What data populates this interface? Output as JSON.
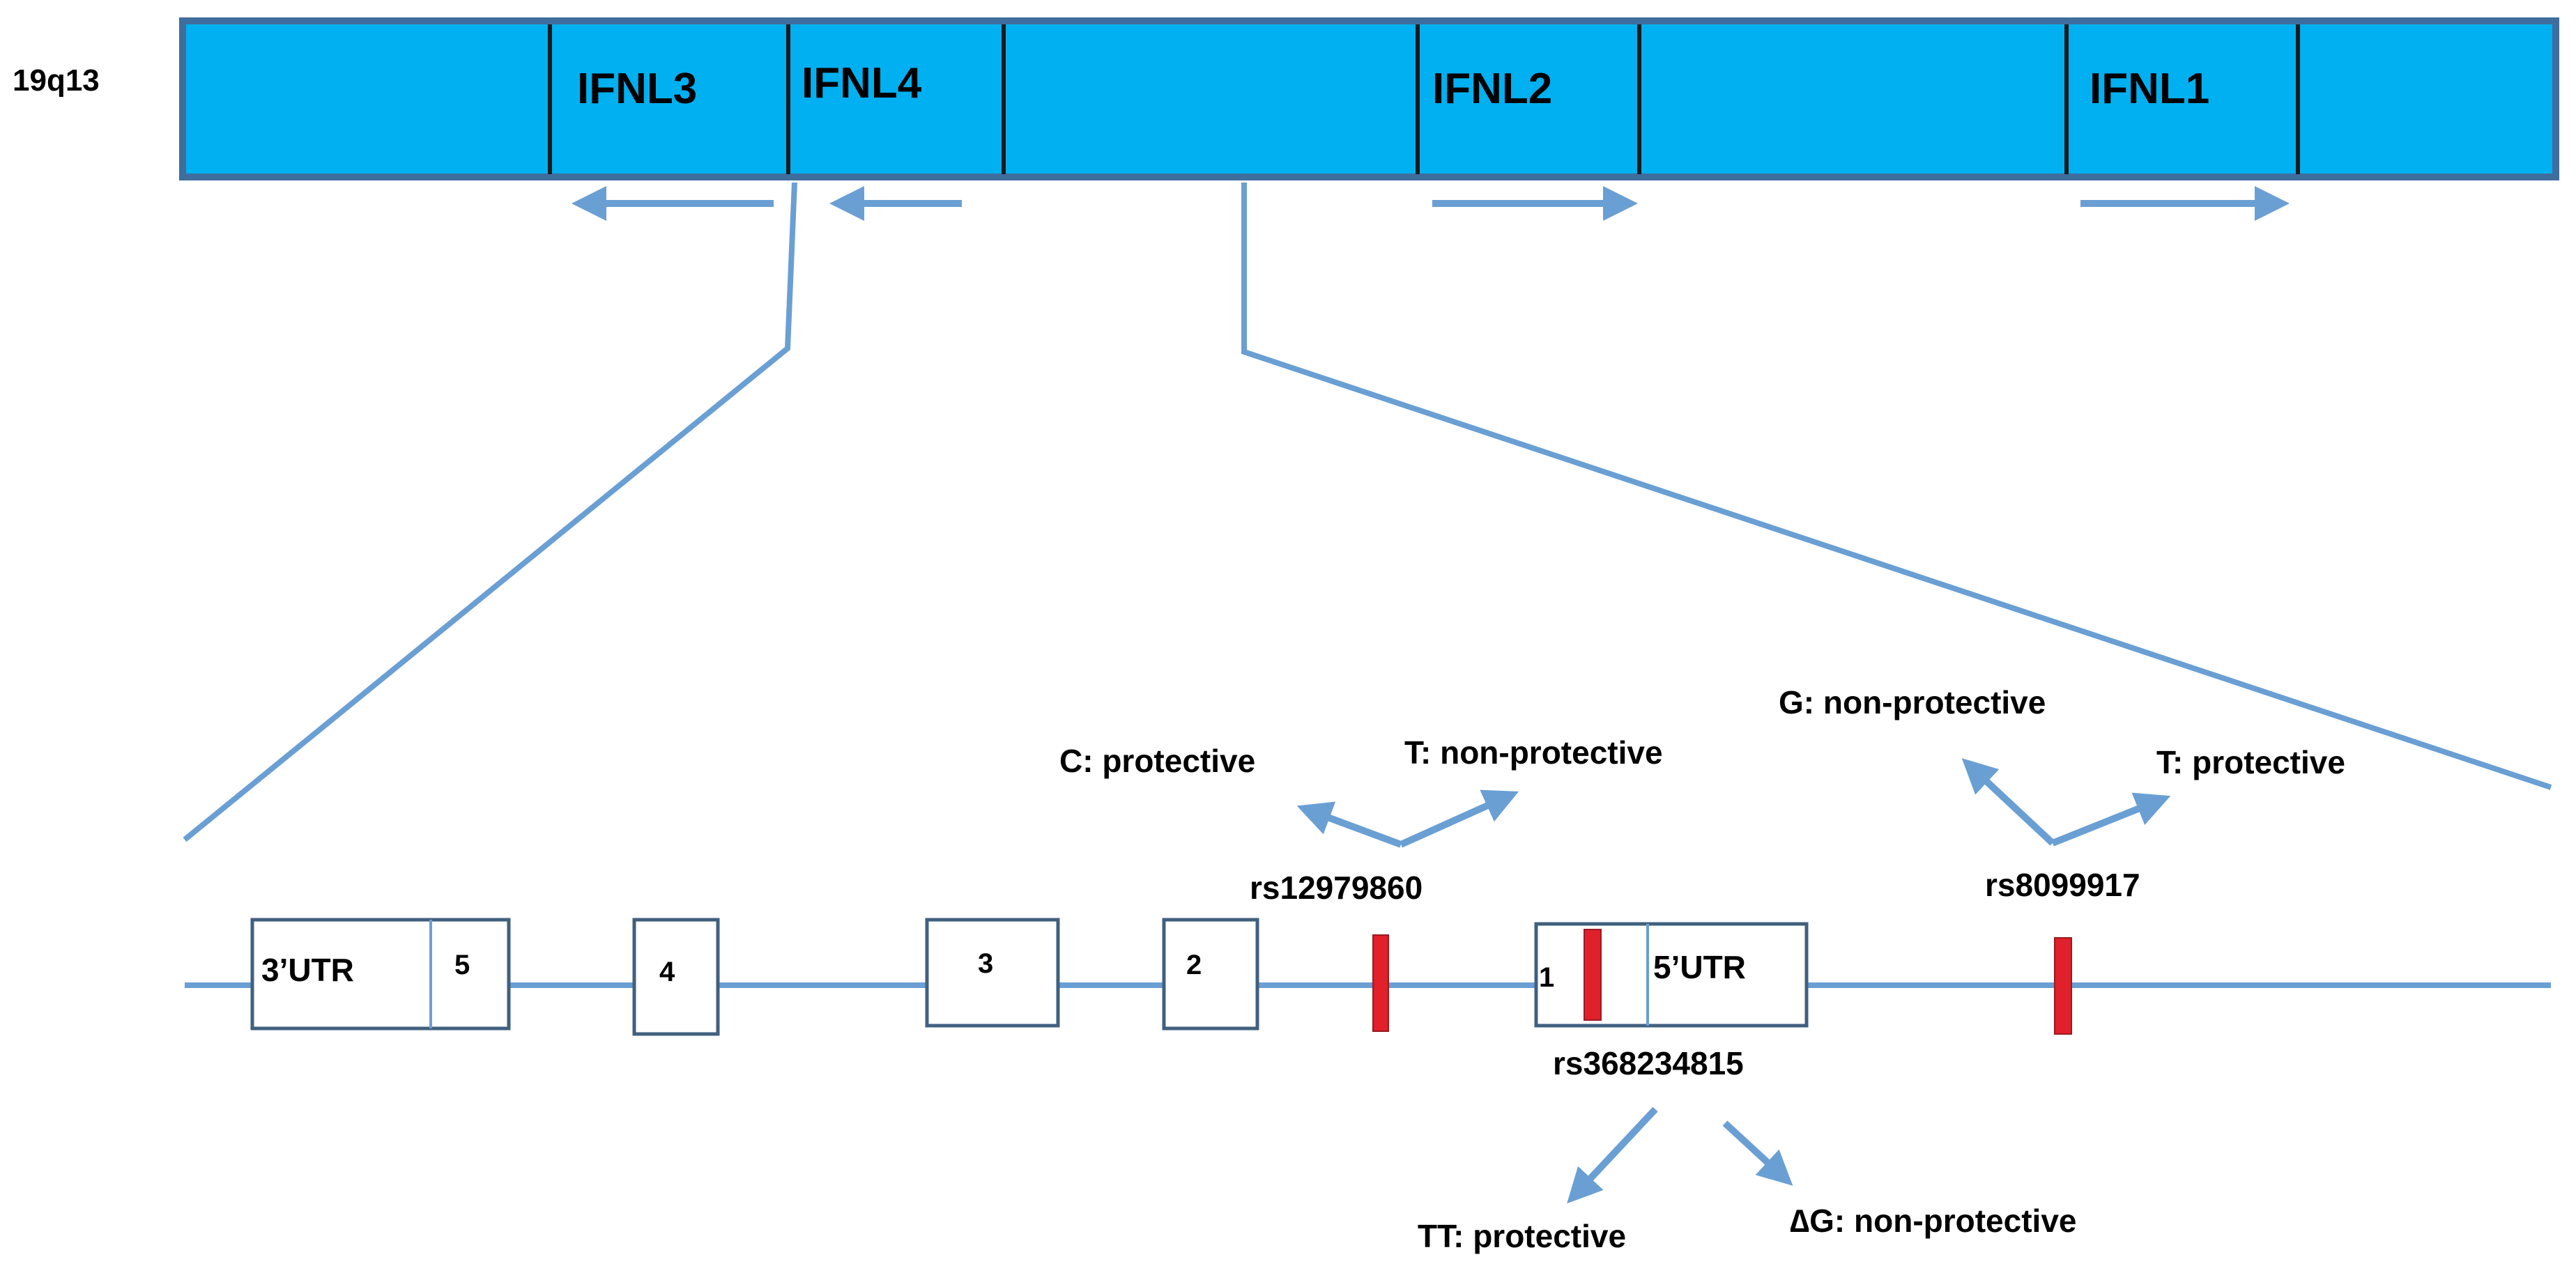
{
  "colors": {
    "chromosome_fill": "#00b0f0",
    "chromosome_stroke": "#3f6e9e",
    "connector_line": "#6a9fd4",
    "exon_stroke": "#41607f",
    "snp_marker": "#e0202a",
    "text": "#000000"
  },
  "chromosome": {
    "band_label": "19q13",
    "genes": [
      {
        "id": "ifnl3",
        "label": "IFNL3",
        "direction": "left"
      },
      {
        "id": "ifnl4",
        "label": "IFNL4",
        "direction": "left"
      },
      {
        "id": "ifnl2",
        "label": "IFNL2",
        "direction": "right"
      },
      {
        "id": "ifnl1",
        "label": "IFNL1",
        "direction": "right"
      }
    ]
  },
  "gene_structure": {
    "exons": [
      {
        "id": "exon5",
        "label": "5",
        "utr_label": "3’UTR"
      },
      {
        "id": "exon4",
        "label": "4"
      },
      {
        "id": "exon3",
        "label": "3"
      },
      {
        "id": "exon2",
        "label": "2"
      },
      {
        "id": "exon1",
        "label": "1",
        "utr_label": "5’UTR"
      }
    ]
  },
  "snps": [
    {
      "id": "rs12979860",
      "label": "rs12979860",
      "alleles": [
        {
          "label": "C: protective"
        },
        {
          "label": "T: non-protective"
        }
      ]
    },
    {
      "id": "rs368234815",
      "label": "rs368234815",
      "alleles": [
        {
          "label": "TT: protective"
        },
        {
          "label": "∆G: non-protective"
        }
      ]
    },
    {
      "id": "rs8099917",
      "label": "rs8099917",
      "alleles": [
        {
          "label": "G: non-protective"
        },
        {
          "label": "T: protective"
        }
      ]
    }
  ]
}
